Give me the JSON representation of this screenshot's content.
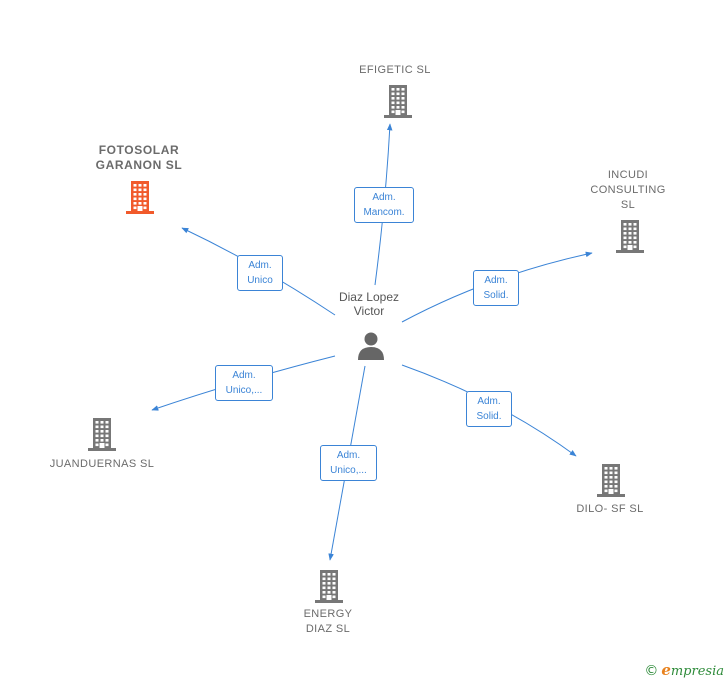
{
  "colors": {
    "edge": "#3b84d6",
    "company_icon": "#777777",
    "highlight_icon": "#f15a2b",
    "person_icon": "#666666"
  },
  "person": {
    "name": "Diaz Lopez\nVictor",
    "icon": "person-icon"
  },
  "companies": [
    {
      "id": "efigetic",
      "name": "EFIGETIC SL",
      "role": [
        "Adm.",
        "Mancom."
      ],
      "highlight": false
    },
    {
      "id": "fotosolar",
      "name": "FOTOSOLAR\nGARANON  SL",
      "role": [
        "Adm.",
        "Unico"
      ],
      "highlight": true
    },
    {
      "id": "incudi",
      "name": "INCUDI\nCONSULTING\nSL",
      "role": [
        "Adm.",
        "Solid."
      ],
      "highlight": false
    },
    {
      "id": "juanduernas",
      "name": "JUANDUERNAS SL",
      "role": [
        "Adm.",
        "Unico,..."
      ],
      "highlight": false
    },
    {
      "id": "dilo",
      "name": "DILO- SF SL",
      "role": [
        "Adm.",
        "Solid."
      ],
      "highlight": false
    },
    {
      "id": "energy",
      "name": "ENERGY\nDIAZ SL",
      "role": [
        "Adm.",
        "Unico,..."
      ],
      "highlight": false
    }
  ],
  "footer": {
    "copyright": "©",
    "brand_initial": "e",
    "brand_rest": "mpresia"
  }
}
